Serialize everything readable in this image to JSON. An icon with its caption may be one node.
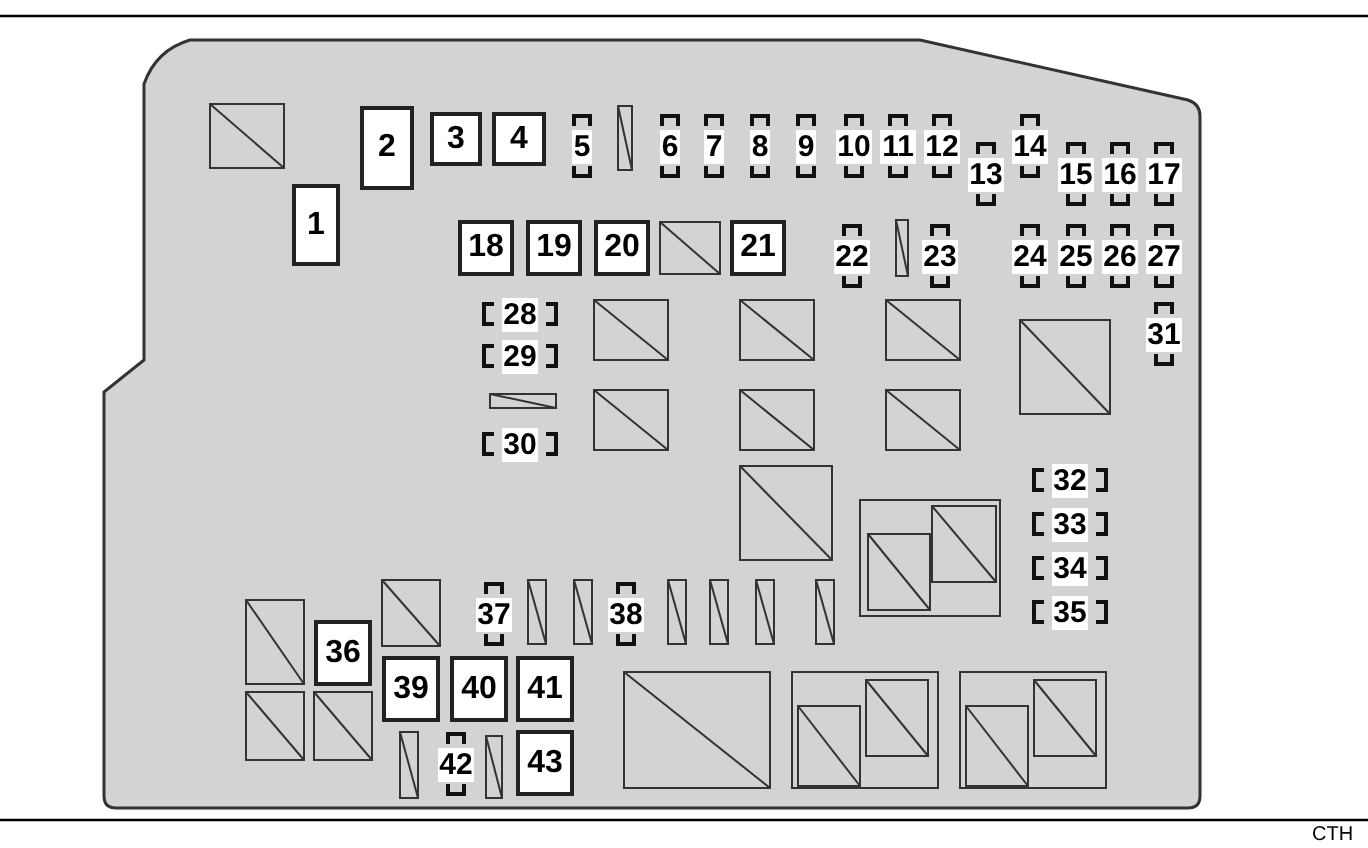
{
  "diagram": {
    "nodes": [
      {
        "text": [
          "1"
        ]
      },
      {
        "text": [
          "2"
        ]
      },
      {
        "text": [
          "3"
        ]
      },
      {
        "text": [
          "4"
        ]
      },
      {
        "text": [
          "5"
        ]
      },
      {
        "text": [
          "6"
        ]
      },
      {
        "text": [
          "7"
        ]
      },
      {
        "text": [
          "8"
        ]
      },
      {
        "text": [
          "9"
        ]
      },
      {
        "text": [
          "10"
        ]
      },
      {
        "text": [
          "11"
        ]
      },
      {
        "text": [
          "12"
        ]
      },
      {
        "text": [
          "13"
        ]
      },
      {
        "text": [
          "14"
        ]
      },
      {
        "text": [
          "15"
        ]
      },
      {
        "text": [
          "16"
        ]
      },
      {
        "text": [
          "17"
        ]
      },
      {
        "text": [
          "18"
        ]
      },
      {
        "text": [
          "19"
        ]
      },
      {
        "text": [
          "20"
        ]
      },
      {
        "text": [
          "21"
        ]
      },
      {
        "text": [
          "22"
        ]
      },
      {
        "text": [
          "23"
        ]
      },
      {
        "text": [
          "24"
        ]
      },
      {
        "text": [
          "25"
        ]
      },
      {
        "text": [
          "26"
        ]
      },
      {
        "text": [
          "27"
        ]
      },
      {
        "text": [
          "28"
        ]
      },
      {
        "text": [
          "29"
        ]
      },
      {
        "text": [
          "30"
        ]
      },
      {
        "text": [
          "31"
        ]
      },
      {
        "text": [
          "32"
        ]
      },
      {
        "text": [
          "33"
        ]
      },
      {
        "text": [
          "34"
        ]
      },
      {
        "text": [
          "35"
        ]
      },
      {
        "text": [
          "36"
        ]
      },
      {
        "text": [
          "37"
        ]
      },
      {
        "text": [
          "38"
        ]
      },
      {
        "text": [
          "39"
        ]
      },
      {
        "text": [
          "40"
        ]
      },
      {
        "text": [
          "41"
        ]
      },
      {
        "text": [
          "42"
        ]
      },
      {
        "text": [
          "43"
        ]
      }
    ],
    "labels": [
      "CTH"
    ]
  }
}
